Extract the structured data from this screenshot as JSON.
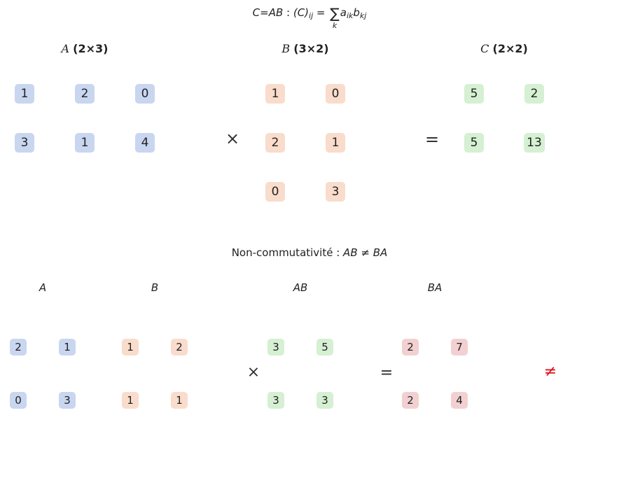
{
  "top": {
    "formula_lhs": "C",
    "formula_eq": "=",
    "formula_ab": "AB",
    "formula_colon": " : ",
    "formula_cij": "(C)",
    "formula_ij": "ij",
    "formula_eq2": " = ",
    "formula_sum": "∑",
    "formula_k": "k",
    "formula_a": "a",
    "formula_ik": "ik",
    "formula_b": "b",
    "formula_kj": "kj",
    "A_name": "A",
    "A_dim": "(2×3)",
    "B_name": "B",
    "B_dim": "(3×2)",
    "C_name": "C",
    "C_dim": "(2×2)",
    "times": "×",
    "equals": "=",
    "A": [
      [
        "1",
        "2",
        "0"
      ],
      [
        "3",
        "1",
        "4"
      ]
    ],
    "B": [
      [
        "1",
        "0"
      ],
      [
        "2",
        "1"
      ],
      [
        "0",
        "3"
      ]
    ],
    "C": [
      [
        "5",
        "2"
      ],
      [
        "5",
        "13"
      ]
    ]
  },
  "bottom": {
    "title_text": "Non-commutativité : ",
    "title_ab": "AB",
    "title_neq": " ≠ ",
    "title_ba": "BA",
    "A_label": "A",
    "B_label": "B",
    "AB_label": "AB",
    "BA_label": "BA",
    "times": "×",
    "equals": "=",
    "neq": "≠",
    "A": [
      [
        "2",
        "1"
      ],
      [
        "0",
        "3"
      ]
    ],
    "B": [
      [
        "1",
        "2"
      ],
      [
        "1",
        "1"
      ]
    ],
    "AB": [
      [
        "3",
        "5"
      ],
      [
        "3",
        "3"
      ]
    ],
    "BA": [
      [
        "2",
        "7"
      ],
      [
        "2",
        "4"
      ]
    ]
  },
  "colors": {
    "A": "#c9d6f0",
    "B": "#f9dccb",
    "C": "#d5f0d2",
    "BA": "#f2d0d1",
    "neq": "#e0101a"
  }
}
